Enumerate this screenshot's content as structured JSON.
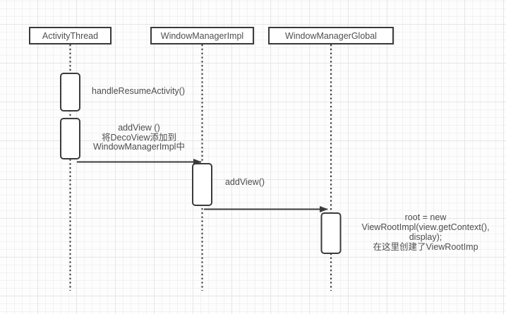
{
  "diagram": {
    "type": "uml-sequence-diagram",
    "participants": [
      {
        "id": "activity-thread",
        "label": "ActivityThread"
      },
      {
        "id": "window-manager-impl",
        "label": "WindowManagerImpl"
      },
      {
        "id": "window-manager-global",
        "label": "WindowManagerGlobal"
      }
    ],
    "messages": [
      {
        "on": "ActivityThread",
        "lines": [
          "handleResumeActivity()"
        ]
      },
      {
        "from": "ActivityThread",
        "to": "WindowManagerImpl",
        "lines": [
          "addView ()",
          "将DecoView添加到",
          "WindowManagerImpl中"
        ]
      },
      {
        "from": "WindowManagerImpl",
        "to": "WindowManagerGlobal",
        "lines": [
          "addView()"
        ]
      },
      {
        "on": "WindowManagerGlobal",
        "lines": [
          "root = new",
          "ViewRootImpl(view.getContext(),",
          "display);",
          "在这里创建了ViewRootImp"
        ]
      }
    ],
    "colors": {
      "stroke": "#3b3b3b",
      "text": "#4d4d4d",
      "shape_fill": "#ffffff",
      "background": "#fdfdfd",
      "grid_minor": "#f2f2f2",
      "grid_major": "#e6e6e6"
    }
  }
}
